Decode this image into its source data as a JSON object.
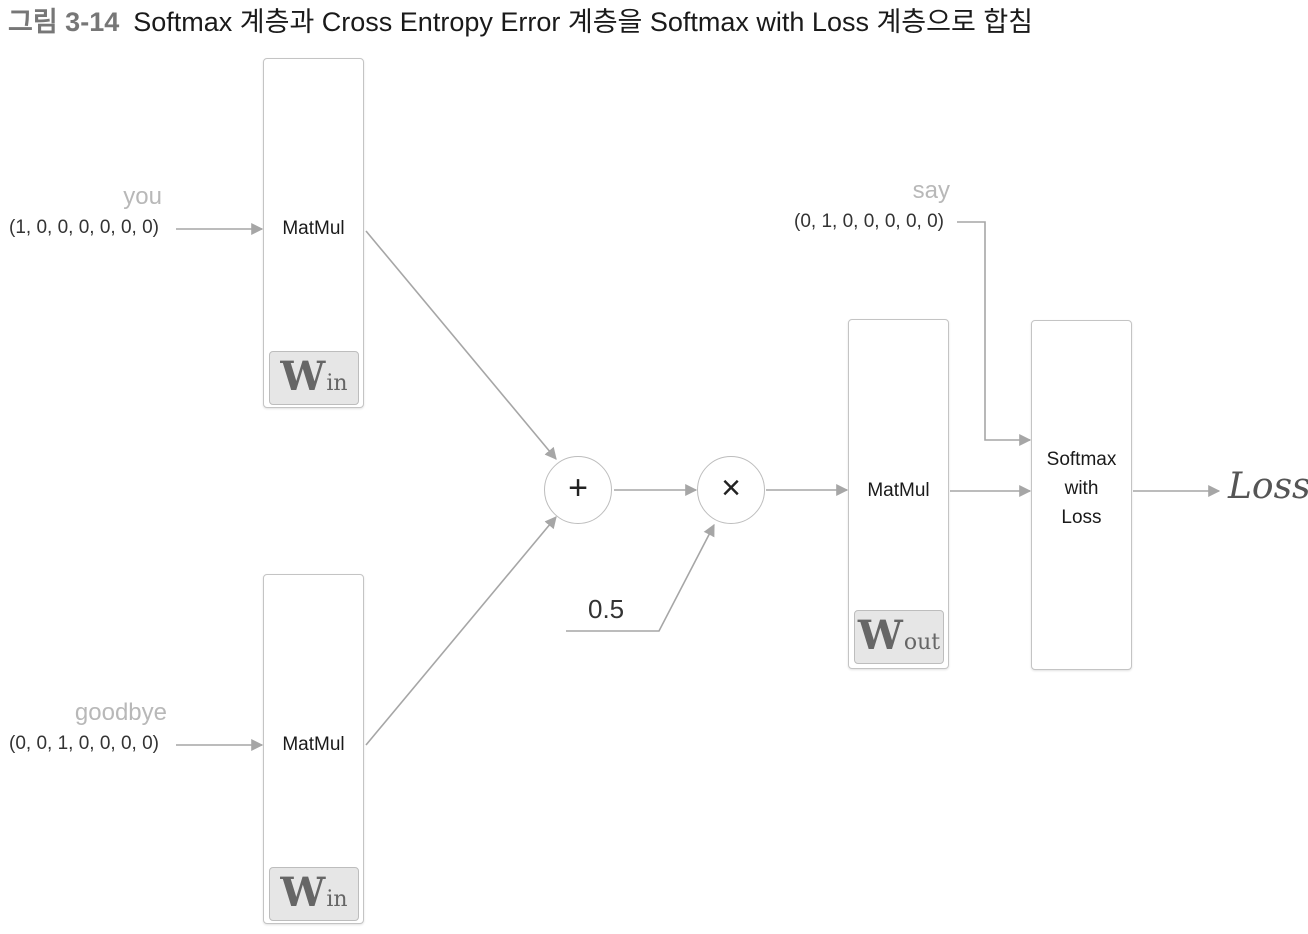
{
  "caption": {
    "figure_number": "그림 3-14",
    "title": "Softmax 계층과 Cross Entropy Error 계층을 Softmax with Loss 계층으로 합침"
  },
  "inputs": {
    "context1": {
      "word": "you",
      "vector": "(1, 0, 0, 0, 0, 0, 0)"
    },
    "context2": {
      "word": "goodbye",
      "vector": "(0, 0, 1, 0, 0, 0, 0)"
    },
    "target": {
      "word": "say",
      "vector": "(0, 1, 0, 0, 0, 0, 0)"
    }
  },
  "layers": {
    "matmul_in_1": {
      "label": "MatMul",
      "weight": "W",
      "weight_sub": "in"
    },
    "matmul_in_2": {
      "label": "MatMul",
      "weight": "W",
      "weight_sub": "in"
    },
    "add_node": {
      "symbol": "+"
    },
    "mul_node": {
      "symbol": "×"
    },
    "scale": "0.5",
    "matmul_out": {
      "label": "MatMul",
      "weight": "W",
      "weight_sub": "out"
    },
    "softmax_loss": {
      "line1": "Softmax",
      "line2": "with",
      "line3": "Loss"
    }
  },
  "output": {
    "label": "Loss"
  },
  "colors": {
    "wire": "#a6a6a6",
    "box_border": "#c4c4c4",
    "badge_fill": "#e6e6e6",
    "muted_word": "#b8b8b8"
  }
}
